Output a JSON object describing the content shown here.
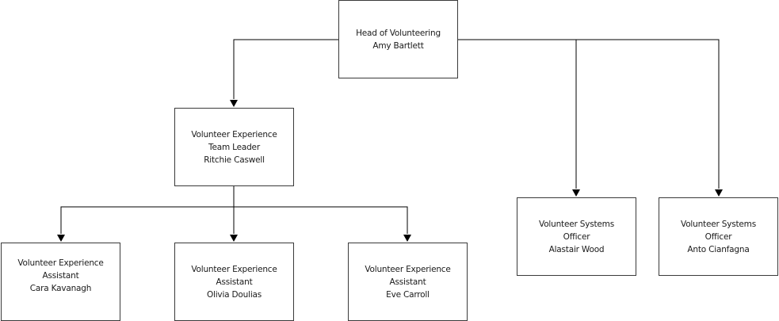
{
  "diagram": {
    "type": "org-chart",
    "line_color": "#000000",
    "box_border_color": "#3a3a3a",
    "nodes": {
      "head": {
        "lines": [
          "Head of Volunteering",
          "Amy Bartlett"
        ]
      },
      "leader": {
        "lines": [
          "Volunteer Experience",
          "Team Leader",
          "Ritchie Caswell"
        ]
      },
      "asst1": {
        "lines": [
          "Volunteer Experience",
          "Assistant",
          "Cara Kavanagh"
        ]
      },
      "asst2": {
        "lines": [
          "Volunteer Experience",
          "Assistant",
          "Olivia Doulias"
        ]
      },
      "asst3": {
        "lines": [
          "Volunteer Experience",
          "Assistant",
          "Eve Carroll"
        ]
      },
      "sys1": {
        "lines": [
          "Volunteer Systems",
          "Officer",
          "Alastair Wood"
        ]
      },
      "sys2": {
        "lines": [
          "Volunteer Systems",
          "Officer",
          "Anto Cianfagna"
        ]
      }
    },
    "edges": [
      {
        "from": "Head of Volunteering",
        "to": "Volunteer Experience Team Leader"
      },
      {
        "from": "Head of Volunteering",
        "to": "Volunteer Systems Officer (Alastair Wood)"
      },
      {
        "from": "Head of Volunteering",
        "to": "Volunteer Systems Officer (Anto Cianfagna)"
      },
      {
        "from": "Volunteer Experience Team Leader",
        "to": "Volunteer Experience Assistant (Cara Kavanagh)"
      },
      {
        "from": "Volunteer Experience Team Leader",
        "to": "Volunteer Experience Assistant (Olivia Doulias)"
      },
      {
        "from": "Volunteer Experience Team Leader",
        "to": "Volunteer Experience Assistant (Eve Carroll)"
      }
    ]
  }
}
